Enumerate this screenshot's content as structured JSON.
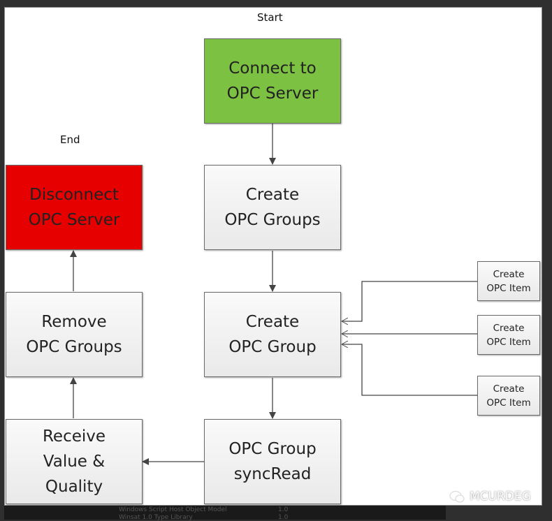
{
  "diagram": {
    "start_label": "Start",
    "end_label": "End",
    "nodes": {
      "connect": "Connect to\nOPC Server",
      "create_groups": "Create\nOPC Groups",
      "create_group": "Create\nOPC Group",
      "sync_read": "OPC Group\nsyncRead",
      "receive": "Receive\nValue &\nQuality",
      "remove": "Remove\nOPC Groups",
      "disconnect": "Disconnect\nOPC Server",
      "items": [
        "Create\nOPC Item",
        "Create\nOPC Item",
        "Create\nOPC Item"
      ]
    },
    "colors": {
      "start_node": "#7cc142",
      "end_node": "#e60000",
      "background": "#2f2f2f"
    }
  },
  "background_list": [
    {
      "name": "Windows Script Host Object Model",
      "version": "1.0"
    },
    {
      "name": "Winsat 1.0 Type Library",
      "version": "1.0"
    }
  ],
  "watermark": "MCURDEG"
}
